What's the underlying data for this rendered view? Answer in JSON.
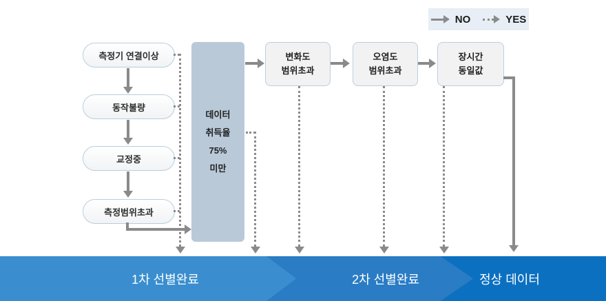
{
  "legend": {
    "no": {
      "label": "NO",
      "line_style": "solid"
    },
    "yes": {
      "label": "YES",
      "line_style": "dotted"
    }
  },
  "nodes": {
    "left": [
      {
        "label": "측정기 연결이상"
      },
      {
        "label": "동작불량"
      },
      {
        "label": "교정중"
      },
      {
        "label": "측정범위초과"
      }
    ],
    "center": {
      "label": "데이터\n취득율\n75%\n미만"
    },
    "right": [
      {
        "label": "변화도\n범위초과"
      },
      {
        "label": "오염도\n범위초과"
      },
      {
        "label": "장시간\n동일값"
      }
    ]
  },
  "banner": {
    "stages": [
      {
        "label": "1차 선별완료",
        "color": "#3a8ecf"
      },
      {
        "label": "2차 선별완료",
        "color": "#2a7cc5"
      },
      {
        "label": "정상 데이터",
        "color": "#0c70c1"
      }
    ]
  },
  "colors": {
    "arrow_gray": "#8a8a8a",
    "center_box_fill": "#b9c9d8",
    "node_border": "#b7cedd",
    "legend_bg": "#e7eef6"
  }
}
